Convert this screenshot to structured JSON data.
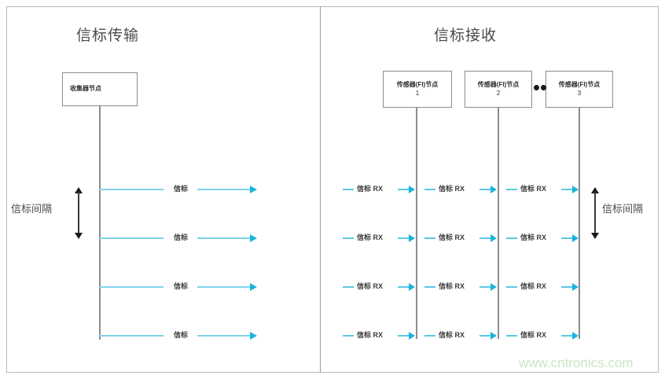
{
  "diagram": {
    "panels": [
      {
        "id": "beacon-transmission",
        "title": "信标传输"
      },
      {
        "id": "beacon-reception",
        "title": "信标接收"
      }
    ],
    "left": {
      "title": "信标传输",
      "node": {
        "label": "收集器节点"
      },
      "beacon_label": "信标",
      "beacon_rows": [
        {
          "label": "信标"
        },
        {
          "label": "信标"
        },
        {
          "label": "信标"
        },
        {
          "label": "信标"
        }
      ],
      "interval_label": "信标间隔"
    },
    "right": {
      "title": "信标接收",
      "nodes": [
        {
          "name": "传感器(FI)节点",
          "index": "1"
        },
        {
          "name": "传感器(FI)节点",
          "index": "2"
        },
        {
          "name": "传感器(FI)节点",
          "index": "3"
        }
      ],
      "ellipsis": "••",
      "rx_label": "信标 RX",
      "rx_rows": [
        {
          "cells": [
            "信标 RX",
            "信标 RX",
            "信标 RX"
          ]
        },
        {
          "cells": [
            "信标 RX",
            "信标 RX",
            "信标 RX"
          ]
        },
        {
          "cells": [
            "信标 RX",
            "信标 RX",
            "信标 RX"
          ]
        },
        {
          "cells": [
            "信标 RX",
            "信标 RX",
            "信标 RX"
          ]
        }
      ],
      "interval_label": "信标间隔"
    },
    "watermark": "www.cntronics.com",
    "colors": {
      "beacon_line": "#7fd2ea",
      "arrow_head": "#1ab4dc",
      "lifeline": "#8c8c8c",
      "box_border": "#8c8c8c",
      "frame_border": "#b9b9b9",
      "title_text": "#4a4a4a",
      "watermark": "#c9e6c2"
    }
  }
}
